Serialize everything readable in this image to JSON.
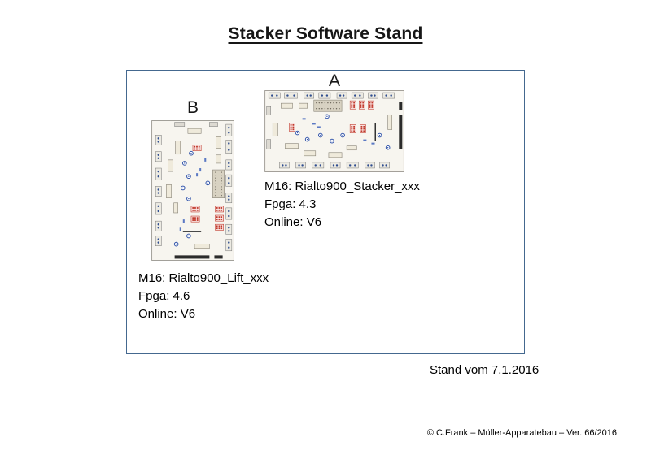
{
  "page": {
    "title": "Stacker Software Stand",
    "stand_note": "Stand vom 7.1.2016",
    "copyright": "© C.Frank – Müller-Apparatebau – Ver. 66/2016"
  },
  "board_a": {
    "label": "A",
    "line1": "M16: Rialto900_Stacker_xxx",
    "line2": "Fpga: 4.3",
    "line3": "Online: V6"
  },
  "board_b": {
    "label": "B",
    "line1": "M16: Rialto900_Lift_xxx",
    "line2": "Fpga: 4.6",
    "line3": "Online: V6"
  }
}
